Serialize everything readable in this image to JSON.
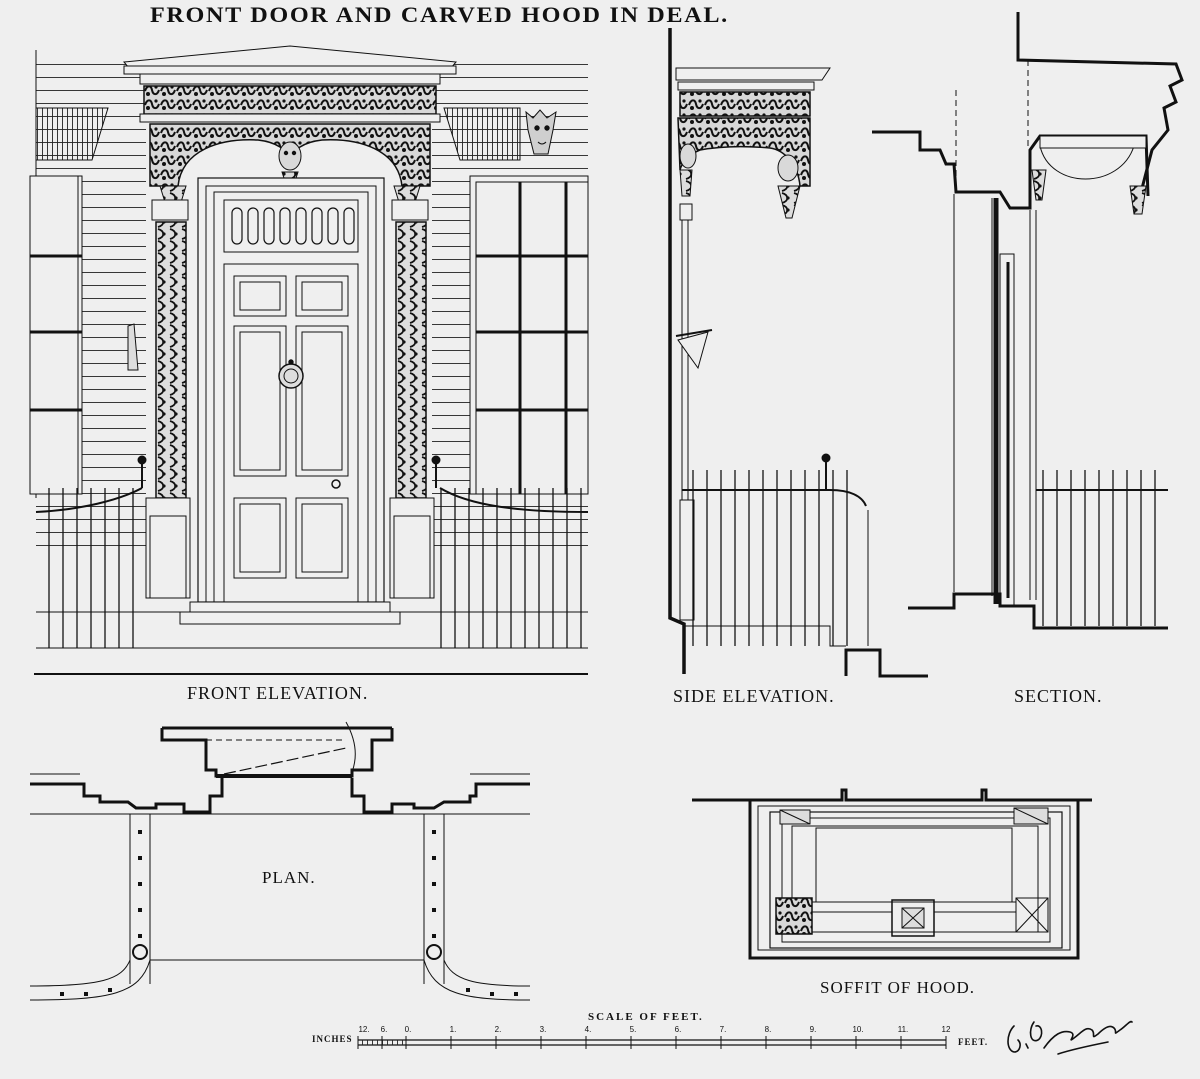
{
  "title": "FRONT DOOR AND CARVED HOOD IN DEAL.",
  "views": {
    "front_elevation": "FRONT ELEVATION.",
    "side_elevation": "SIDE ELEVATION.",
    "section": "SECTION.",
    "plan": "PLAN.",
    "soffit": "SOFFIT OF HOOD."
  },
  "scale": {
    "title": "SCALE OF FEET.",
    "inches_label": "INCHES",
    "feet_label": "FEET.",
    "inch_ticks": [
      "12.",
      "6.",
      "0."
    ],
    "feet_ticks": [
      "1.",
      "2.",
      "3.",
      "4.",
      "5.",
      "6.",
      "7.",
      "8.",
      "9.",
      "10.",
      "11.",
      "12"
    ]
  },
  "signature": "E.G. Dawber Jones",
  "colors": {
    "ink": "#111111",
    "paper": "#efefef"
  }
}
